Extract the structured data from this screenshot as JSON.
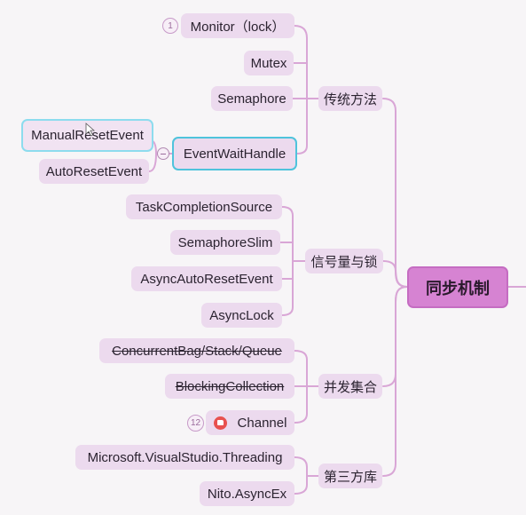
{
  "root": {
    "label": "同步机制"
  },
  "categories": {
    "traditional": {
      "label": "传统方法"
    },
    "semaphore_lock": {
      "label": "信号量与锁"
    },
    "concurrent_collections": {
      "label": "并发集合"
    },
    "third_party": {
      "label": "第三方库"
    }
  },
  "traditional": {
    "monitor": {
      "label": "Monitor（lock）",
      "badge": "1"
    },
    "mutex": {
      "label": "Mutex"
    },
    "semaphore": {
      "label": "Semaphore"
    },
    "event_wait_handle": {
      "label": "EventWaitHandle"
    },
    "manual_reset_event": {
      "label": "ManualResetEvent"
    },
    "auto_reset_event": {
      "label": "AutoResetEvent"
    }
  },
  "semaphore_lock": {
    "task_completion_source": {
      "label": "TaskCompletionSource"
    },
    "semaphore_slim": {
      "label": "SemaphoreSlim"
    },
    "async_auto_reset_event": {
      "label": "AsyncAutoResetEvent"
    },
    "async_lock": {
      "label": "AsyncLock"
    }
  },
  "concurrent_collections": {
    "concurrent_bag": {
      "label": "ConcurrentBag/Stack/Queue"
    },
    "blocking_collection": {
      "label": "BlockingCollection"
    },
    "channel": {
      "label": "Channel",
      "badge": "12",
      "icon": "thumbs-up-icon"
    }
  },
  "third_party": {
    "visual_studio_threading": {
      "label": "Microsoft.VisualStudio.Threading"
    },
    "nito_async_ex": {
      "label": "Nito.AsyncEx"
    }
  },
  "colors": {
    "line": "#d9a6d6",
    "node_bg": "#ecdaee",
    "root_bg": "#d683d2",
    "selected_border": "#4fc3dc"
  }
}
